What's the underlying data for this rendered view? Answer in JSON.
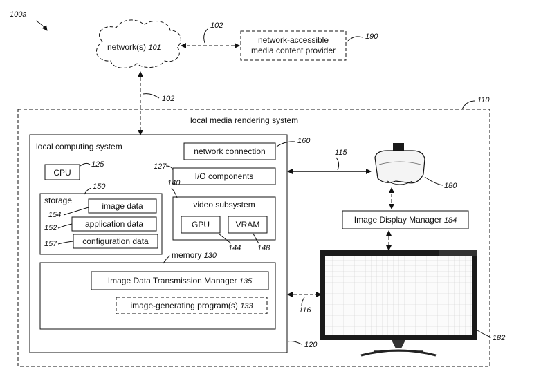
{
  "figure_label": "100a",
  "network": {
    "label": "network(s)",
    "ref": "101"
  },
  "network_link_ref": "102",
  "provider": {
    "line1": "network-accessible",
    "line2": "media content provider",
    "ref": "190"
  },
  "uplink_ref": "102",
  "local_media_system": {
    "label": "local media rendering system",
    "ref": "110"
  },
  "local_computing": {
    "label": "local computing system",
    "ref": "120",
    "network_connection": {
      "label": "network connection",
      "ref": "160"
    },
    "cpu": {
      "label": "CPU",
      "ref": "125"
    },
    "io": {
      "label": "I/O components",
      "ref": "127"
    },
    "storage": {
      "label": "storage",
      "ref": "150",
      "image_data": {
        "label": "image data",
        "ref": "154"
      },
      "application_data": {
        "label": "application data",
        "ref": "152"
      },
      "configuration_data": {
        "label": "configuration data",
        "ref": "157"
      }
    },
    "video": {
      "label": "video subsystem",
      "ref": "140",
      "gpu": {
        "label": "GPU",
        "ref": "144"
      },
      "vram": {
        "label": "VRAM",
        "ref": "148"
      }
    },
    "memory": {
      "label": "memory",
      "ref": "130",
      "idtm": {
        "label": "Image Data Transmission Manager",
        "ref": "135"
      },
      "program": {
        "label": "image-generating program(s)",
        "ref": "133"
      }
    }
  },
  "hmd_link_ref": "115",
  "hmd_ref": "180",
  "idm": {
    "label": "Image Display Manager",
    "ref": "184"
  },
  "display_link_ref": "116",
  "display_ref": "182"
}
